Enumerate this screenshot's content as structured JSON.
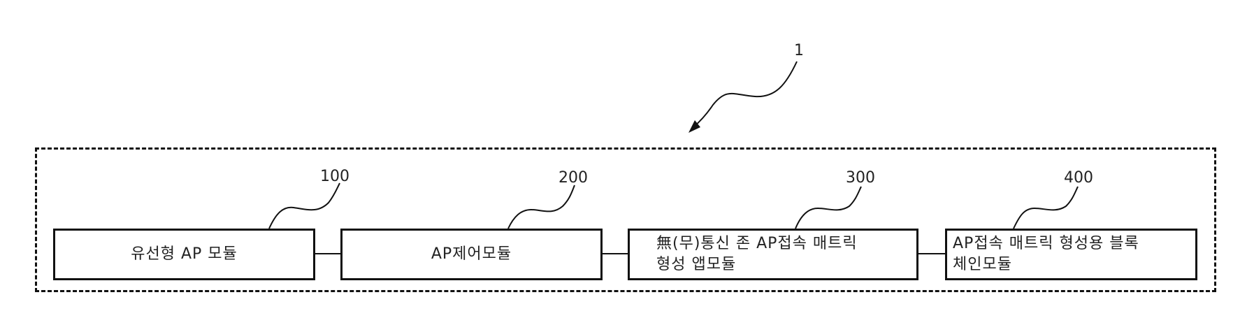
{
  "diagram": {
    "system_ref": "1",
    "modules": [
      {
        "ref": "100",
        "label": "유선형 AP 모듈"
      },
      {
        "ref": "200",
        "label": "AP제어모듈"
      },
      {
        "ref": "300",
        "label_line1": "無(무)통신 존 AP접속 매트릭",
        "label_line2": "형성 앱모듈"
      },
      {
        "ref": "400",
        "label_line1": "AP접속 매트릭 형성용 블록",
        "label_line2": "체인모듈"
      }
    ],
    "connections": [
      [
        "100",
        "200"
      ],
      [
        "200",
        "300"
      ],
      [
        "300",
        "400"
      ]
    ],
    "colors": {
      "line": "#111111",
      "background": "#ffffff"
    }
  }
}
